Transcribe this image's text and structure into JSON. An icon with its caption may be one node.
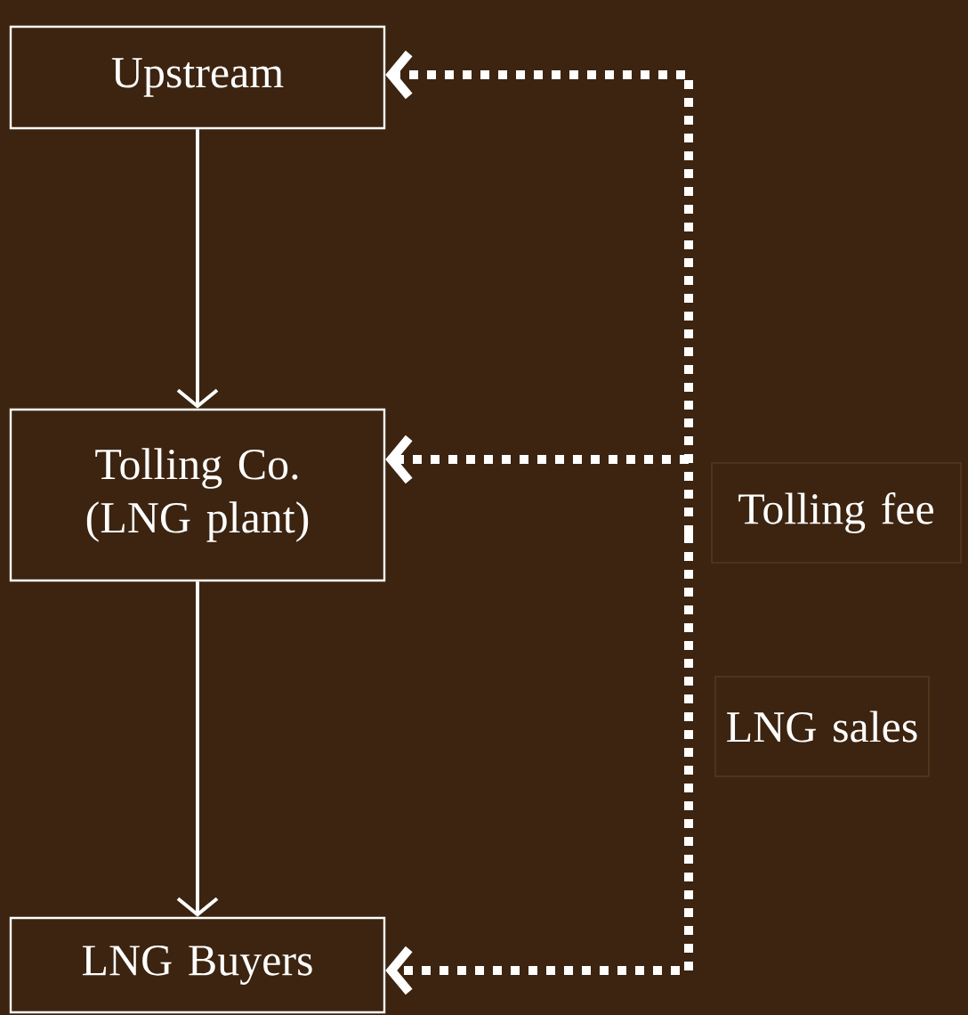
{
  "diagram": {
    "nodes": [
      {
        "text": [
          "Upstream"
        ]
      },
      {
        "text": [
          "Tolling Co. (LNG plant)"
        ]
      },
      {
        "text": [
          "LNG Buyers"
        ]
      },
      {
        "text": [
          "Tolling fee"
        ]
      },
      {
        "text": [
          "LNG sales"
        ]
      }
    ],
    "edges": [
      {
        "from": 0,
        "to": 1,
        "arrow": "to"
      },
      {
        "from": 1,
        "to": 2,
        "arrow": "to"
      },
      {
        "from": null,
        "to": 0,
        "arrow": "to",
        "style": "dashed"
      },
      {
        "from": null,
        "to": 1,
        "arrow": "to",
        "style": "dashed"
      },
      {
        "from": null,
        "to": 2,
        "arrow": "to",
        "style": "dashed"
      }
    ]
  }
}
